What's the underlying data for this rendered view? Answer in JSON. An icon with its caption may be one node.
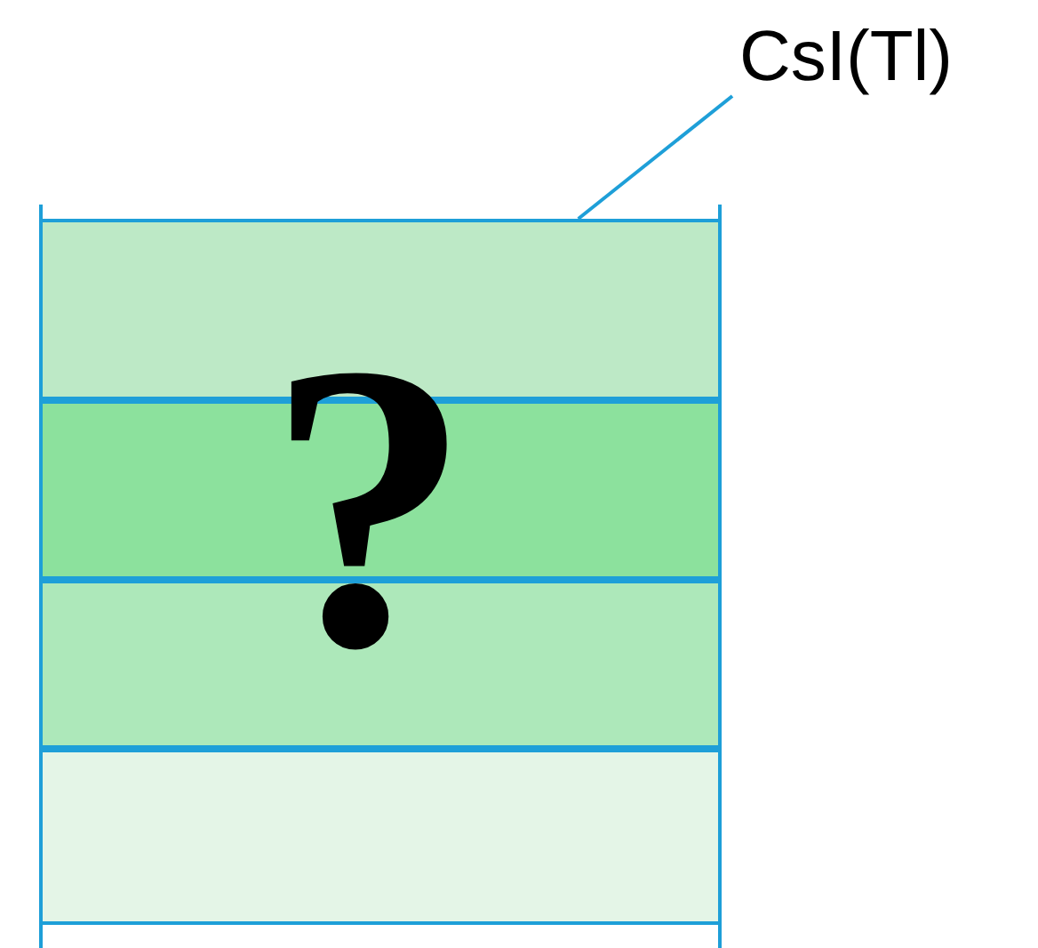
{
  "diagram": {
    "nodes": [
      {
        "text": [
          "CsI(Tl)"
        ]
      },
      {
        "text": [],
        "shape": "bar"
      },
      {
        "text": [],
        "shape": "bar"
      },
      {
        "text": [],
        "shape": "bar"
      },
      {
        "text": [],
        "shape": "bar"
      }
    ],
    "edges": [
      {
        "from": 0,
        "to": 1,
        "arrow": "none"
      }
    ],
    "labels": [
      "?"
    ]
  }
}
